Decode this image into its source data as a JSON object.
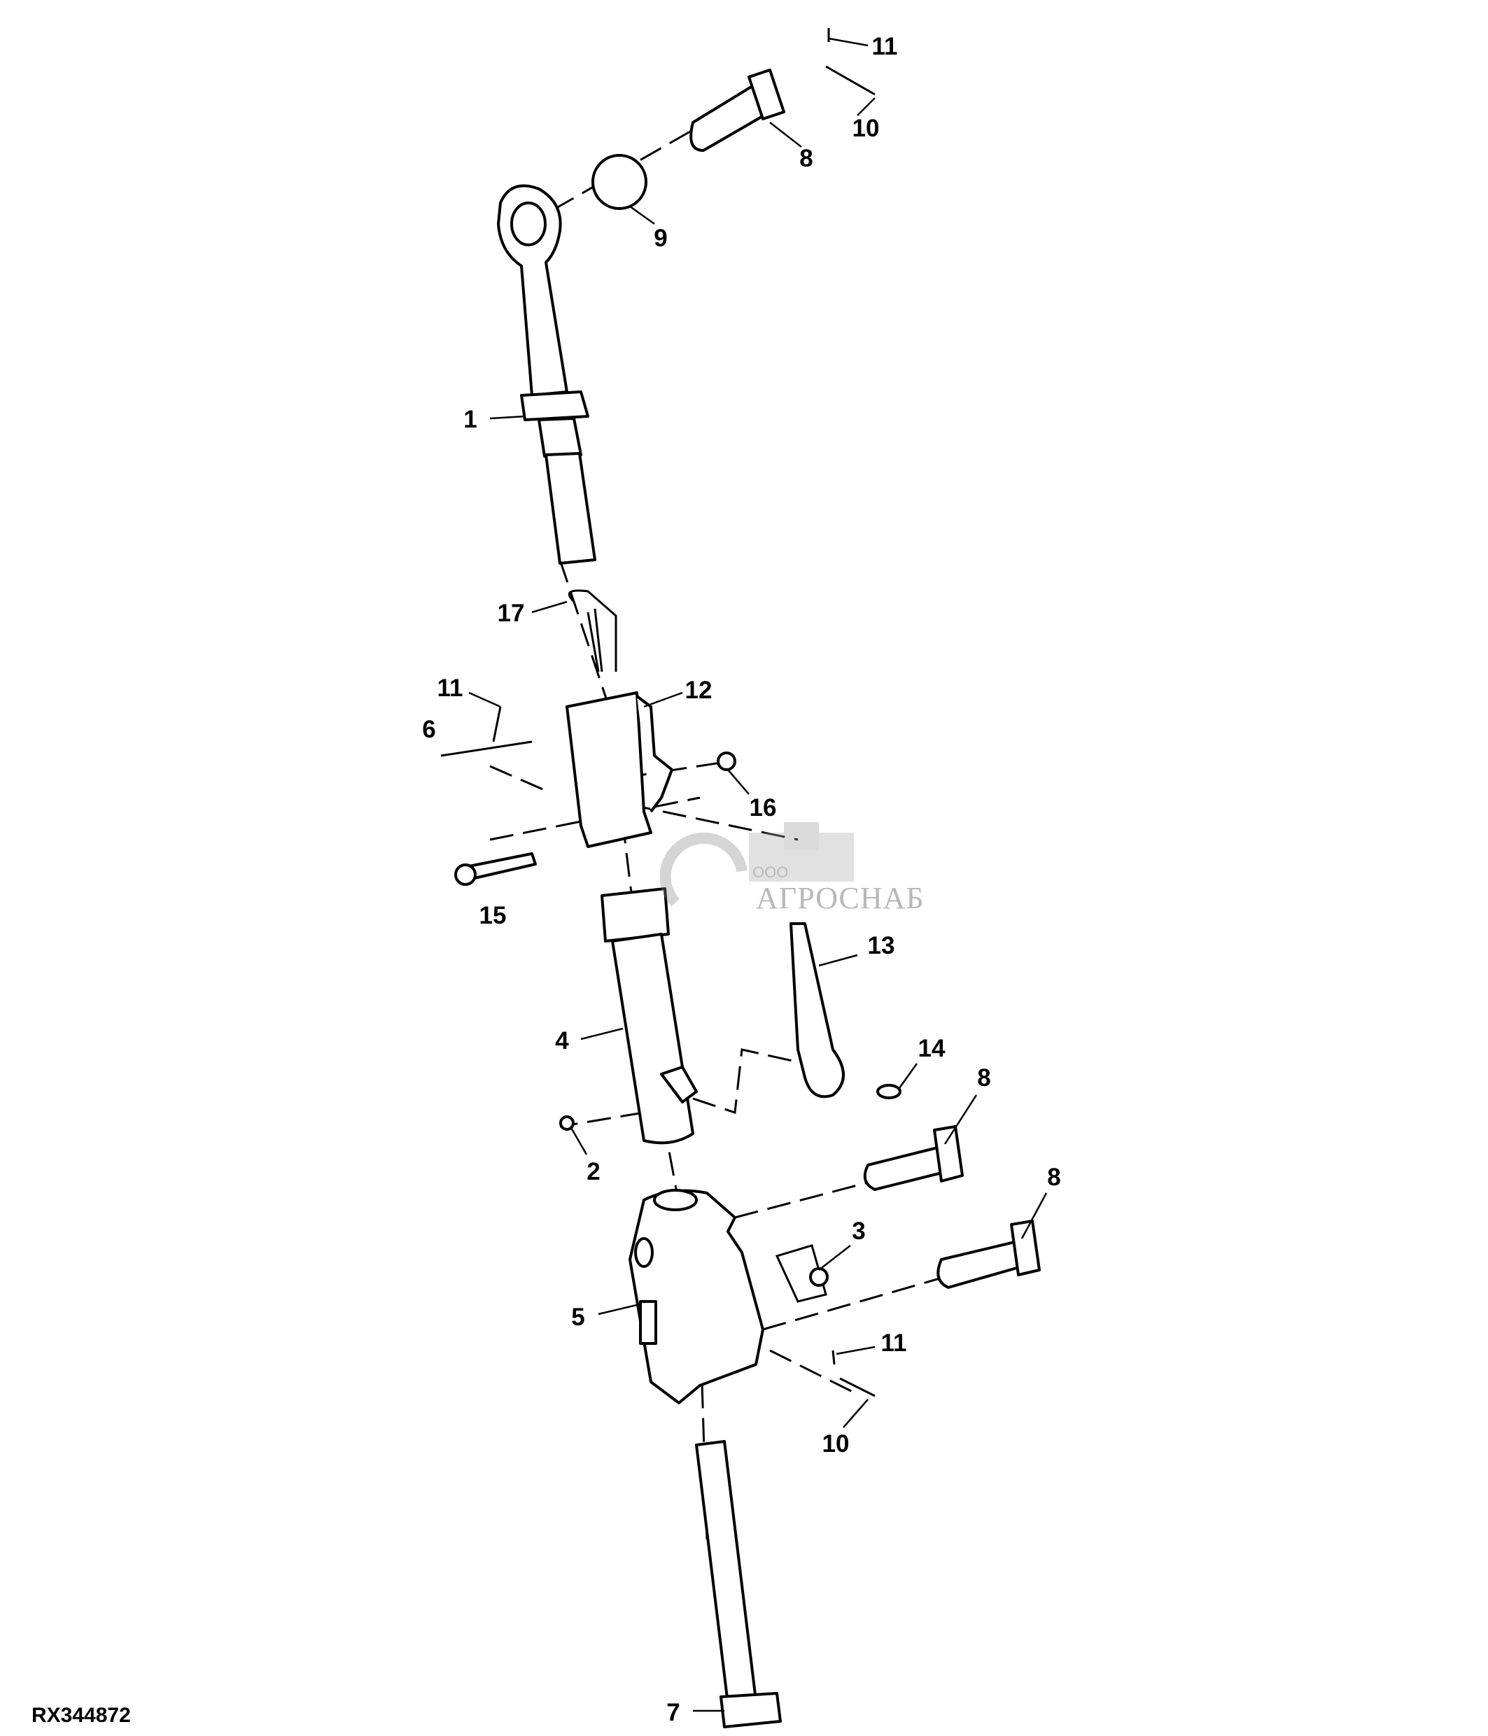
{
  "figure_code": "RX344872",
  "watermark": {
    "company_prefix": "ООО",
    "company_name": "АГРОСНАБ"
  },
  "callouts": [
    {
      "id": "11a",
      "number": "11"
    },
    {
      "id": "10a",
      "number": "10"
    },
    {
      "id": "8a",
      "number": "8"
    },
    {
      "id": "9",
      "number": "9"
    },
    {
      "id": "1",
      "number": "1"
    },
    {
      "id": "17",
      "number": "17"
    },
    {
      "id": "11b",
      "number": "11"
    },
    {
      "id": "12",
      "number": "12"
    },
    {
      "id": "6",
      "number": "6"
    },
    {
      "id": "16",
      "number": "16"
    },
    {
      "id": "15",
      "number": "15"
    },
    {
      "id": "13",
      "number": "13"
    },
    {
      "id": "4",
      "number": "4"
    },
    {
      "id": "14",
      "number": "14"
    },
    {
      "id": "8b",
      "number": "8"
    },
    {
      "id": "2",
      "number": "2"
    },
    {
      "id": "8c",
      "number": "8"
    },
    {
      "id": "3",
      "number": "3"
    },
    {
      "id": "5",
      "number": "5"
    },
    {
      "id": "11c",
      "number": "11"
    },
    {
      "id": "10b",
      "number": "10"
    },
    {
      "id": "7",
      "number": "7"
    }
  ]
}
